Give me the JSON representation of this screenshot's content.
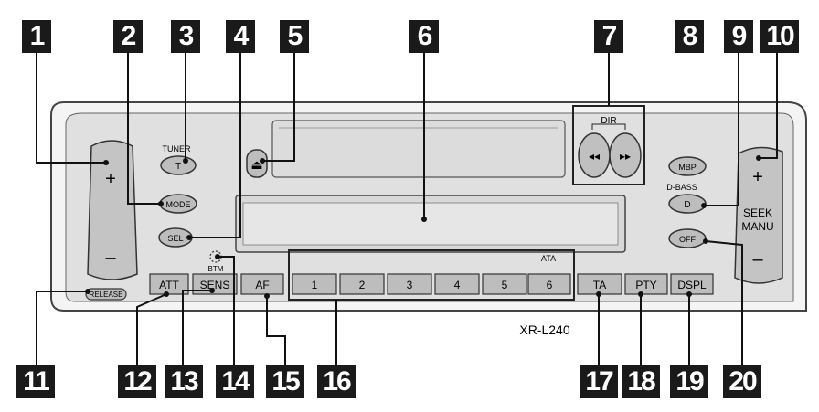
{
  "callouts": [
    "1",
    "2",
    "3",
    "4",
    "5",
    "6",
    "7",
    "8",
    "9",
    "10",
    "11",
    "12",
    "13",
    "14",
    "15",
    "16",
    "17",
    "18",
    "19",
    "20"
  ],
  "labels": {
    "tuner": "TUNER",
    "t_button": "T",
    "mode": "MODE",
    "sel": "SEL",
    "release": "RELEASE",
    "btm": "BTM",
    "dir": "DIR",
    "mbp": "MBP",
    "dbass": "D-BASS",
    "d_button": "D",
    "off": "OFF",
    "seek": "SEEK",
    "manu": "MANU",
    "ata": "ATA",
    "model": "XR-L240",
    "vol_plus": "+",
    "vol_minus": "–",
    "seek_plus": "+",
    "seek_minus": "–",
    "rew": "◂◂",
    "ff": "▸▸",
    "eject": "⏏"
  },
  "bottom_buttons": {
    "att": "ATT",
    "sens": "SENS",
    "af": "AF",
    "presets": [
      "1",
      "2",
      "3",
      "4",
      "5",
      "6"
    ],
    "ta": "TA",
    "pty": "PTY",
    "dspl": "DSPL"
  },
  "colors": {
    "panel": "#e0e0e0",
    "button": "#bdbdbd",
    "callout_bg": "#1a1a1a"
  }
}
